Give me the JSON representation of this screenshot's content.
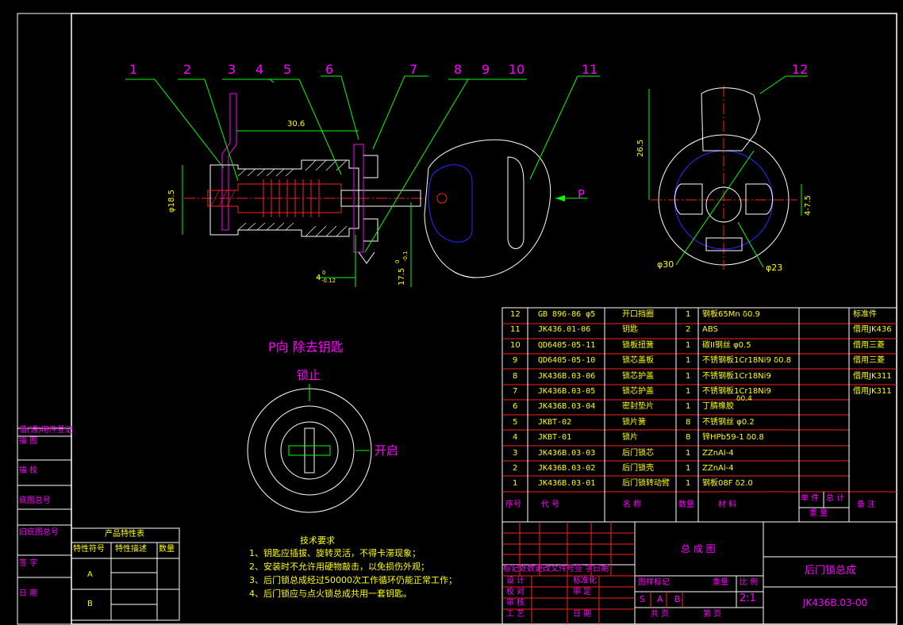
{
  "colors": {
    "background": "#000000",
    "frame": "#ffffff",
    "magenta": "#ff00ff",
    "green": "#00ff00",
    "blue": "#2a2aff",
    "red": "#ff2020",
    "yellow": "#ffff00"
  },
  "balloons": [
    "1",
    "2",
    "3",
    "4",
    "5",
    "6",
    "7",
    "8",
    "9",
    "10",
    "11",
    "12"
  ],
  "dimensions": {
    "d_30_6": "30.6",
    "d_18_5": "φ18.5",
    "d_4": "4",
    "d_4_tol": "0",
    "d_4_tol2": "-0.12",
    "d_17_5": "17.5",
    "d_17_5_tol": "0",
    "d_17_5_tol2": "-0.1",
    "d_26_5": "26.5",
    "d_4_7_5": "4-7.5",
    "d_30": "φ30",
    "d_23": "φ23"
  },
  "labels": {
    "p_arrow": "P",
    "p_view": "P向 除去钥匙",
    "lock": "锁止",
    "open": "开启"
  },
  "tech": {
    "title": "技术要求",
    "lines": [
      "1、钥匙应插拔、旋转灵活，不得卡滞现象；",
      "2、安装时不允许用硬物敲击，以免损伤外观；",
      "3、后门锁总成经过50000次工作循环仍能正常工作；",
      "4、后门锁应与点火锁总成共用一套钥匙。"
    ]
  },
  "left_block": {
    "rows": [
      "借(通)用件登记",
      "描  图",
      "描  校",
      "底图总号",
      "旧底图总号",
      "签  字",
      "日  期"
    ]
  },
  "variants": {
    "title": "产品特性表",
    "headers": [
      "特性符号",
      "特性描述",
      "数量"
    ],
    "rows": [
      "A",
      "B"
    ]
  },
  "bom": {
    "rows": [
      {
        "no": "12",
        "code": "GB 896-86 φ5",
        "name": "开口挡圈",
        "qty": "1",
        "material": "钢板65Mn δ0.9",
        "note": "标准件"
      },
      {
        "no": "11",
        "code": "JK436.01-06",
        "name": "钥匙",
        "qty": "2",
        "material": "ABS",
        "note": "借用JK436"
      },
      {
        "no": "10",
        "code": "QD6405-05-11",
        "name": "锁板扭簧",
        "qty": "1",
        "material": "碳II钢丝 φ0.5",
        "note": "借用三菱"
      },
      {
        "no": "9",
        "code": "QD6405-05-10",
        "name": "锁芯盖板",
        "qty": "1",
        "material": "不锈钢板1Cr18Ni9 δ0.8",
        "note": "借用三菱"
      },
      {
        "no": "8",
        "code": "JK436B.03-06",
        "name": "锁芯护盖",
        "qty": "1",
        "material": "不锈钢板1Cr18Ni9",
        "note": "借用JK311"
      },
      {
        "no": "7",
        "code": "JK436B.03-05",
        "name": "锁芯护盖",
        "qty": "1",
        "material": "不锈钢板1Cr18Ni9",
        "note": "借用JK311"
      },
      {
        "no": "6",
        "code": "JK436B.03-04",
        "name": "密封垫片",
        "qty": "1",
        "material": "丁腈橡胶",
        "note": ""
      },
      {
        "no": "5",
        "code": "JKBT-02",
        "name": "锁片簧",
        "qty": "8",
        "material": "不锈钢丝 φ0.2",
        "note": ""
      },
      {
        "no": "4",
        "code": "JKBT-01",
        "name": "锁片",
        "qty": "8",
        "material": "锌HPb59-1 δ0.8",
        "note": ""
      },
      {
        "no": "3",
        "code": "JK436B.03-03",
        "name": "后门锁芯",
        "qty": "1",
        "material": "ZZnAl-4",
        "note": ""
      },
      {
        "no": "2",
        "code": "JK436B.03-02",
        "name": "后门锁壳",
        "qty": "1",
        "material": "ZZnAl-4",
        "note": ""
      },
      {
        "no": "1",
        "code": "JK436B.03-01",
        "name": "后门锁转动臂",
        "qty": "1",
        "material": "钢板08F δ2.0",
        "note": ""
      }
    ],
    "extra_material": "δ0.4",
    "header": {
      "no": "序号",
      "code": "代    号",
      "name": "名    称",
      "qty": "数量",
      "material": "材      料",
      "unit": "单 件",
      "total": "总 计",
      "weight": "重  量",
      "note": "备  注"
    }
  },
  "title_block": {
    "drawing_title": "总 成 图",
    "part_name": "后门锁总成",
    "drawing_no": "JK436B.03-00",
    "rev_header": "标记处数更改文件号签  字日期",
    "roles": [
      "设  计",
      "校  对",
      "审  核",
      "工  艺"
    ],
    "std": "标准化",
    "approve": "审  定",
    "date": "日  期",
    "stage_mark": "图样标记",
    "weight": "重量",
    "scale_label": "比 例",
    "stages": [
      "S",
      "A",
      "B"
    ],
    "scale": "2:1",
    "sheets_total": "共      页",
    "sheet_no": "第      页"
  }
}
